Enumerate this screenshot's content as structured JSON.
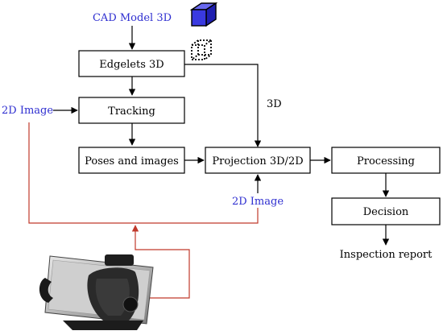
{
  "colors": {
    "input_text": "#2e2ed0",
    "feedback_line": "#c0392b",
    "cube_fill": "#3a3ae0"
  },
  "labels": {
    "cad_model": "CAD Model 3D",
    "edgelets": "Edgelets 3D",
    "tracking": "Tracking",
    "poses_images": "Poses and images",
    "projection": "Projection 3D/2D",
    "processing": "Processing",
    "decision": "Decision",
    "inspection_report": "Inspection report",
    "image_2d_left": "2D Image",
    "image_2d_bottom": "2D Image",
    "edge_3d": "3D"
  },
  "icons": {
    "solid_cube": "solid-cube-icon",
    "wireframe_cube": "dotted-wireframe-cube-icon",
    "device": "tablet-camera-rig-illustration"
  }
}
